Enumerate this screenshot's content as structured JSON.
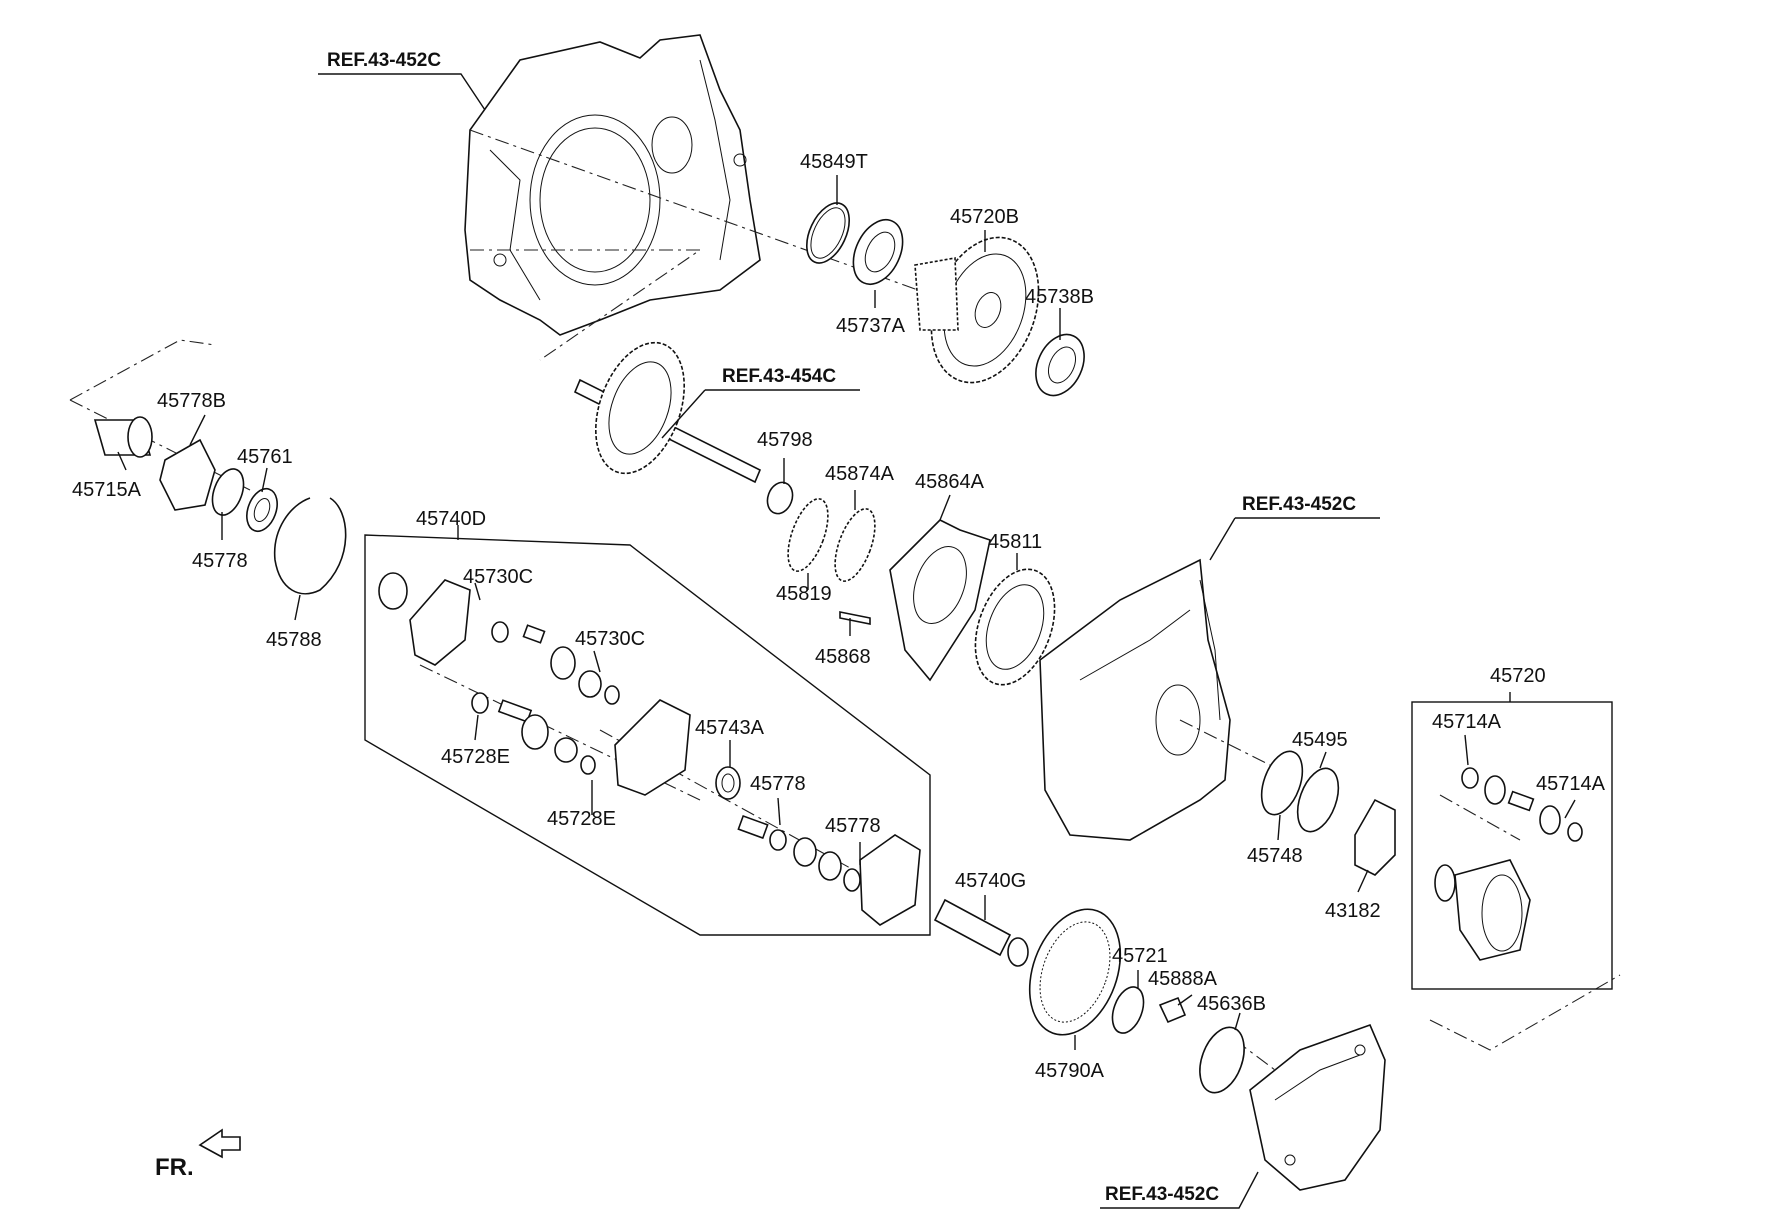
{
  "refs": [
    "REF.43-452C",
    "REF.43-454C",
    "REF.43-452C",
    "REF.43-452C"
  ],
  "labels": {
    "p45849T": "45849T",
    "p45720B": "45720B",
    "p45737A": "45737A",
    "p45738B": "45738B",
    "p45778B": "45778B",
    "p45761": "45761",
    "p45715A": "45715A",
    "p45778a": "45778",
    "p45788": "45788",
    "p45798": "45798",
    "p45874A": "45874A",
    "p45864A": "45864A",
    "p45811": "45811",
    "p45819": "45819",
    "p45868": "45868",
    "p45740D": "45740D",
    "p45730Ca": "45730C",
    "p45730Cb": "45730C",
    "p45743A": "45743A",
    "p45728Ea": "45728E",
    "p45728Eb": "45728E",
    "p45778b": "45778",
    "p45778c": "45778",
    "p45740G": "45740G",
    "p45721": "45721",
    "p45888A": "45888A",
    "p45636B": "45636B",
    "p45790A": "45790A",
    "p45720": "45720",
    "p45714Aa": "45714A",
    "p45714Ab": "45714A",
    "p45495": "45495",
    "p45748": "45748",
    "p43182": "43182"
  },
  "direction_label": "FR."
}
